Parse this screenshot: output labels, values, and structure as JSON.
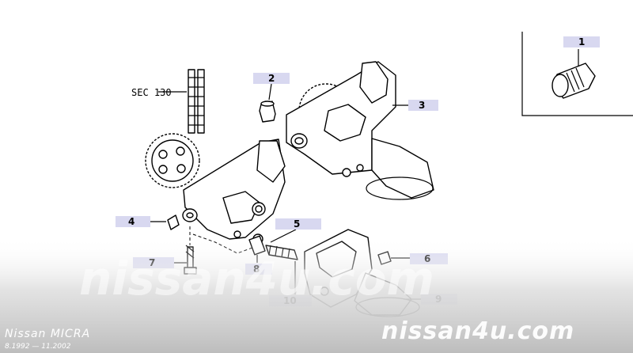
{
  "reference": {
    "text": "SEC 130"
  },
  "callouts": [
    {
      "id": "1",
      "label": "1"
    },
    {
      "id": "2",
      "label": "2"
    },
    {
      "id": "3",
      "label": "3"
    },
    {
      "id": "4",
      "label": "4"
    },
    {
      "id": "5",
      "label": "5"
    },
    {
      "id": "6",
      "label": "6"
    },
    {
      "id": "7",
      "label": "7"
    },
    {
      "id": "8",
      "label": "8"
    },
    {
      "id": "9",
      "label": "9"
    },
    {
      "id": "10",
      "label": "10"
    }
  ],
  "watermark": {
    "center": "nissan4u.com",
    "corner": "nissan4u.com"
  },
  "vehicle": {
    "model": "Nissan MICRA",
    "dates": "8.1992 — 11.2002"
  },
  "colors": {
    "callout_box": "#d8d8f0",
    "ink": "#000000",
    "footer_gray": "#c9c9c9"
  }
}
